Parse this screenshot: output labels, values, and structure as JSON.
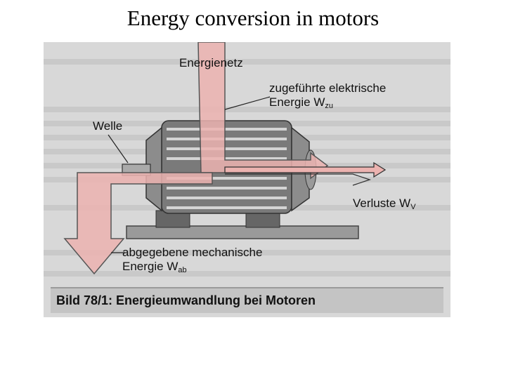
{
  "title": "Energy conversion in motors",
  "figure": {
    "labels": {
      "grid": "Energienetz",
      "input_line1": "zugeführte elektrische",
      "input_line2": "Energie W",
      "input_sub": "zu",
      "shaft": "Welle",
      "losses": "Verluste W",
      "losses_sub": "V",
      "output_line1": "abgegebene mechanische",
      "output_line2": "Energie W",
      "output_sub": "ab"
    },
    "caption": "Bild 78/1: Energieumwandlung bei Motoren",
    "colors": {
      "page_background": "#d8d8d8",
      "arrow_fill": "#ecb3b0",
      "motor_body": "#7a7a7a",
      "caption_bar": "#c4c4c4"
    }
  }
}
